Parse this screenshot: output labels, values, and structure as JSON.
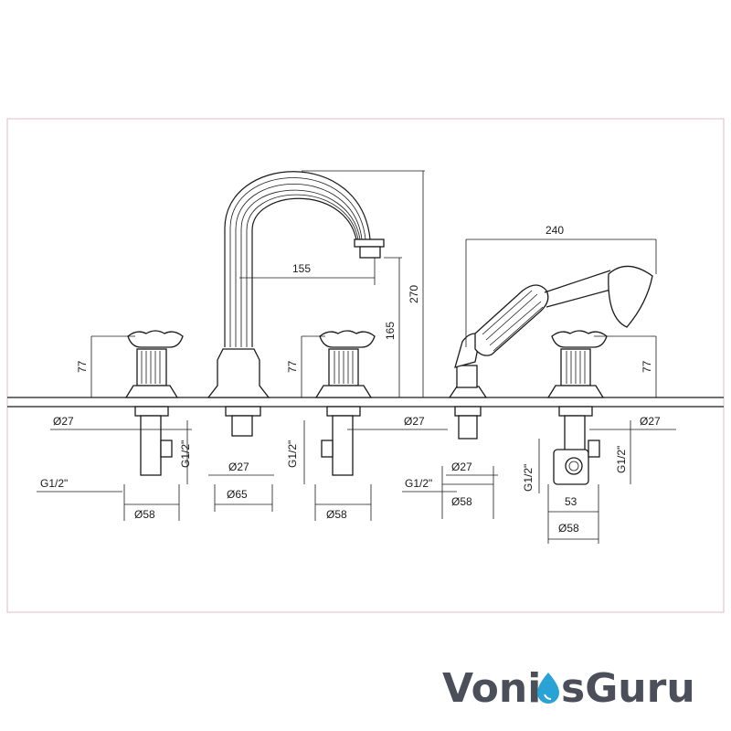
{
  "brand": {
    "part1": "Voni",
    "part2": "sGuru",
    "colors": {
      "text": "#4a4f59",
      "drop": "#29a3d6"
    }
  },
  "dimensions": {
    "h_left_handle": "77",
    "h_mid_handle": "77",
    "h_right_handle": "77",
    "h_spout_outlet": "165",
    "h_spout_total": "270",
    "reach_spout": "155",
    "reach_shower": "240",
    "d27_left": "Ø27",
    "d27_spout": "Ø27",
    "d27_midright": "Ø27",
    "d27_shower": "Ø27",
    "d27_right": "Ø27",
    "d58_left": "Ø58",
    "d65_spout": "Ø65",
    "d58_mid": "Ø58",
    "d58_shower": "Ø58",
    "d58_right": "Ø58",
    "g_left_h": "G1/2\"",
    "g_left_v": "G1/2\"",
    "g_mid_v": "G1/2\"",
    "g_shower_h": "G1/2\"",
    "g_diverter_v": "G1/2\"",
    "g_right_v": "G1/2\"",
    "w_diverter": "53"
  }
}
